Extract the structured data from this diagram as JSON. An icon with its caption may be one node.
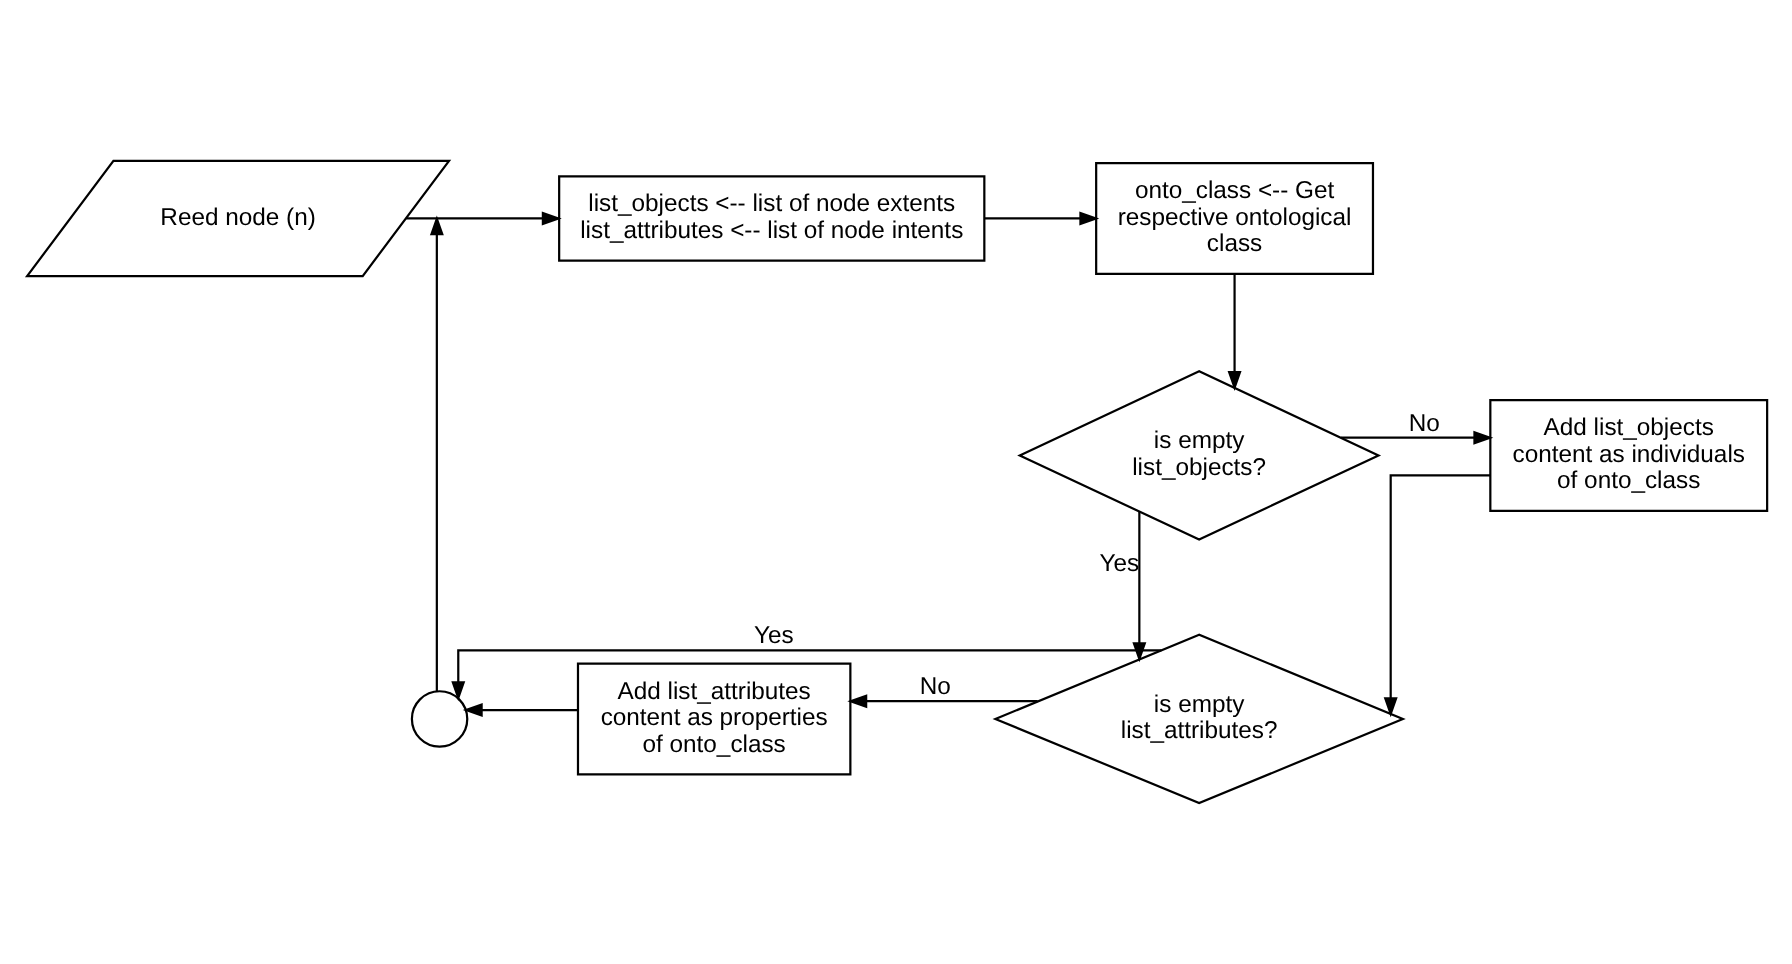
{
  "diagram": {
    "nodes": [
      {
        "text": [
          "Reed node (n)"
        ]
      },
      {
        "text": [
          "list_objects <-- list of node extents",
          "list_attributes <-- list of node intents"
        ]
      },
      {
        "text": [
          "onto_class <-- Get respective ontological class"
        ]
      },
      {
        "text": [
          "is empty list_objects?"
        ]
      },
      {
        "text": [
          "Add list_objects content as individuals of onto_class"
        ]
      },
      {
        "text": [
          "is empty list_attributes?"
        ]
      },
      {
        "text": [
          "Add list_attributes content as properties of onto_class"
        ]
      },
      {
        "text": [],
        "shape": "circle"
      }
    ],
    "edges": [
      {
        "from": 0,
        "to": 1,
        "arrow": "to"
      },
      {
        "from": 1,
        "to": 2,
        "arrow": "to"
      },
      {
        "from": 2,
        "to": 3,
        "arrow": "to"
      },
      {
        "from": 3,
        "to": 4,
        "arrow": "to",
        "label": "No"
      },
      {
        "from": 3,
        "to": 5,
        "arrow": "to",
        "label": "Yes"
      },
      {
        "from": 4,
        "to": 5,
        "arrow": "to"
      },
      {
        "from": 5,
        "to": 6,
        "arrow": "to",
        "label": "No"
      },
      {
        "from": 5,
        "to": 7,
        "arrow": "to",
        "label": "Yes"
      },
      {
        "from": 6,
        "to": 7,
        "arrow": "to"
      },
      {
        "from": 7,
        "to": 0,
        "arrow": "to"
      }
    ]
  }
}
